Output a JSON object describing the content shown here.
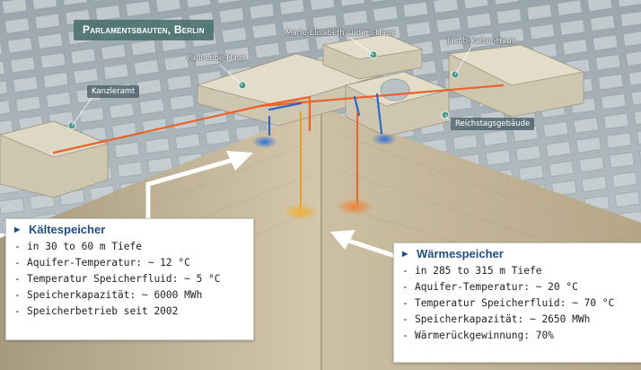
{
  "title": "Parlamentsbauten, Berlin",
  "buildings": {
    "kanzleramt": "Kanzleramt",
    "paul_loebe": "Paul-Löbe-Haus",
    "marie_elisabeth": "Marie-Elisabeth-Lüders-Haus",
    "jakob_kaiser": "Jakob-Kaiser-Haus",
    "reichstag": "Reichstagsgebäude"
  },
  "cold_storage": {
    "heading": "Kältespeicher",
    "items": [
      "in 30 to 60 m Tiefe",
      "Aquifer-Temperatur: ~ 12 °C",
      "Temperatur Speicherfluid: ~ 5 °C",
      "Speicherkapazität: ~ 6000 MWh",
      "Speicherbetrieb seit 2002"
    ]
  },
  "heat_storage": {
    "heading": "Wärmespeicher",
    "items": [
      "in 285 to 315 m Tiefe",
      "Aquifer-Temperatur: ~ 20 °C",
      "Temperatur Speicherfluid: ~ 70 °C",
      "Speicherkapazität: ~ 2650 MWh",
      "Wärmerückgewinnung: 70%"
    ]
  },
  "colors": {
    "cold": "#2f68c4",
    "warm": "#e8642a",
    "heading": "#1f4e83",
    "title_bg": "#4a706e"
  }
}
